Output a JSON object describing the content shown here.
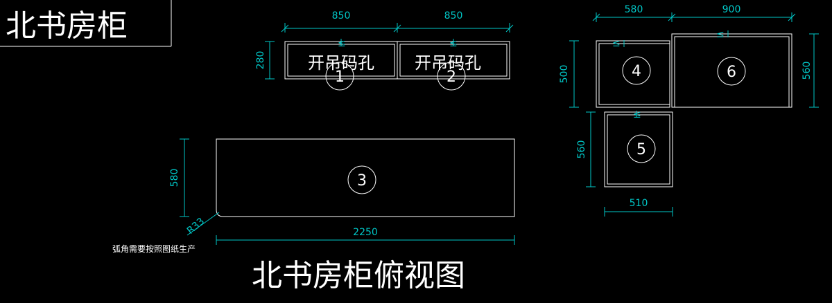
{
  "title_box": {
    "text": "北书房柜"
  },
  "cabinet_1": {
    "id": "1",
    "note": "开吊码孔",
    "width": "850",
    "height": "280"
  },
  "cabinet_2": {
    "id": "2",
    "note": "开吊码孔",
    "width": "850"
  },
  "cabinet_3": {
    "id": "3",
    "width": "2250",
    "height": "580",
    "radius": "R33",
    "radius_note": "弧角需要按照图纸生产"
  },
  "cabinet_4": {
    "id": "4",
    "width": "580",
    "height": "500"
  },
  "cabinet_5": {
    "id": "5",
    "width": "510",
    "height": "560"
  },
  "cabinet_6": {
    "id": "6",
    "width": "900",
    "height": "560"
  },
  "bottom_title": {
    "text": "北书房柜俯视图"
  },
  "small_mark": "≤",
  "colors": {
    "background": "#000000",
    "line": "#ffffff",
    "dimension": "#00c8c8"
  }
}
